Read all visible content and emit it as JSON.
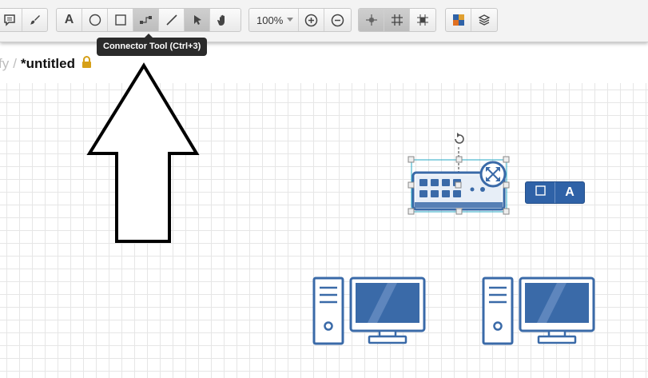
{
  "toolbar": {
    "groups": [
      {
        "name": "comment-brush",
        "buttons": [
          "comment-icon",
          "format-brush-icon"
        ]
      },
      {
        "name": "tools",
        "buttons": [
          "text-tool-icon",
          "ellipse-tool-icon",
          "rectangle-tool-icon",
          "connector-tool-icon",
          "line-tool-icon",
          "pointer-tool-icon",
          "pan-hand-icon"
        ]
      },
      {
        "name": "zoom",
        "buttons": [
          "zoom-select",
          "zoom-in-icon",
          "zoom-out-icon"
        ]
      },
      {
        "name": "grid",
        "buttons": [
          "snap-guides-icon",
          "grid-toggle-icon",
          "snap-to-grid-icon"
        ]
      },
      {
        "name": "panels",
        "buttons": [
          "color-palette-icon",
          "layers-icon"
        ]
      }
    ],
    "text_tool_label": "A",
    "zoom_value": "100%",
    "active_tool": "pointer-tool-icon",
    "active_grid": [
      "snap-guides-icon",
      "grid-toggle-icon"
    ]
  },
  "tooltip": {
    "text": "Connector Tool (Ctrl+3)"
  },
  "breadcrumb": {
    "prev": "fy",
    "separator": "/",
    "title": "*untitled"
  },
  "floating_toolbar": {
    "text_label": "A"
  },
  "colors": {
    "accent_blue": "#2f62a7",
    "device_blue": "#3a6aa8",
    "lock_gold": "#d6a018",
    "selection_teal": "#27a9c4"
  }
}
